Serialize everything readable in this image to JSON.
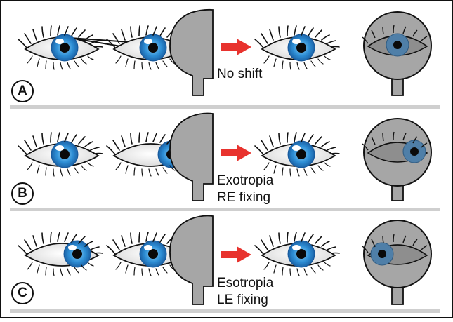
{
  "panels": [
    {
      "letter": "A",
      "lines": [
        "No shift"
      ]
    },
    {
      "letter": "B",
      "lines": [
        "Exotropia",
        "RE fixing"
      ]
    },
    {
      "letter": "C",
      "lines": [
        "Esotropia",
        "LE fixing"
      ]
    }
  ],
  "colors": {
    "border": "#111111",
    "separator": "#cfcfcf",
    "occluder": "#a6a6a6",
    "iris": "#2e8fd6",
    "iris_light": "#8fd0f5",
    "arrow": "#e8332e"
  }
}
